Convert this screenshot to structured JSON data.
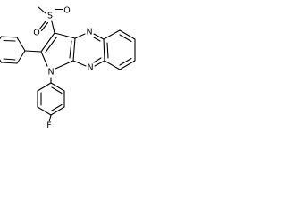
{
  "structure": {
    "atoms": {
      "s": "S",
      "o_left": "O",
      "o_right": "O",
      "n_pyrrole": "N",
      "n_top": "N",
      "n_bottom": "N",
      "f": "F"
    }
  },
  "colors": {
    "bond": "#000000",
    "label": "#000000",
    "background": "#ffffff"
  }
}
